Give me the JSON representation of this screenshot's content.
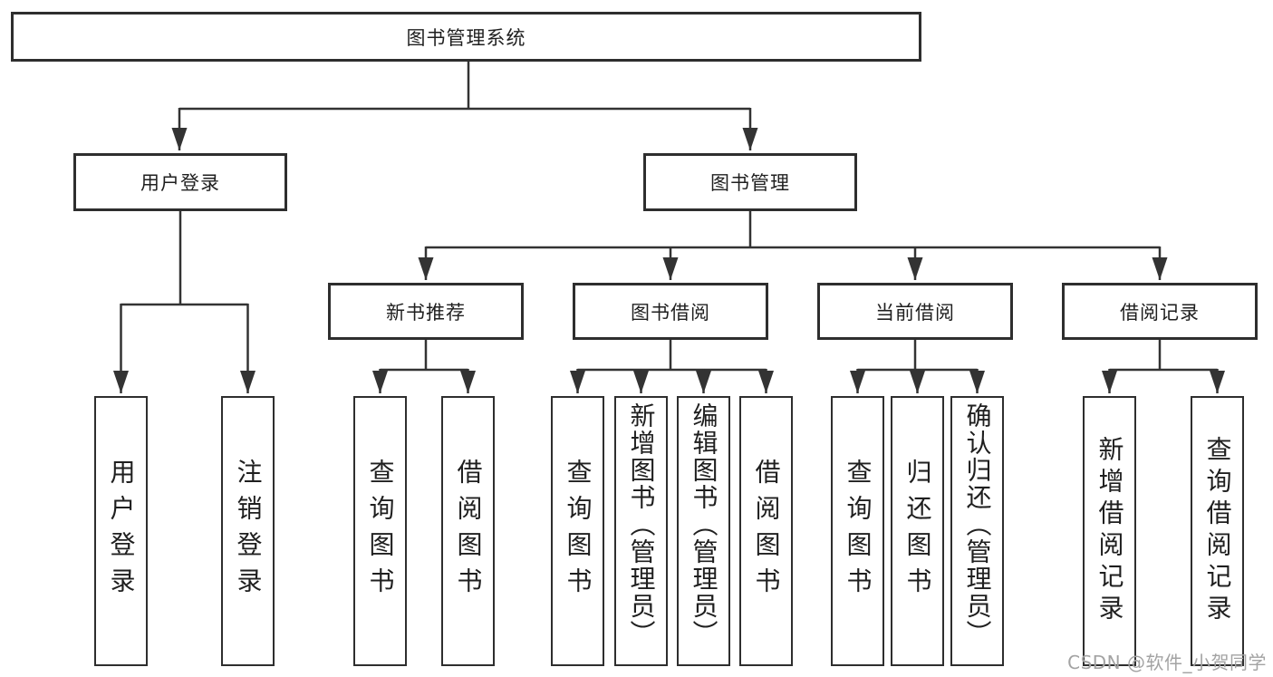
{
  "tree": {
    "root": {
      "label": "图书管理系统"
    },
    "level2": [
      {
        "label": "用户登录"
      },
      {
        "label": "图书管理"
      }
    ],
    "level3": [
      {
        "label": "新书推荐"
      },
      {
        "label": "图书借阅"
      },
      {
        "label": "当前借阅"
      },
      {
        "label": "借阅记录"
      }
    ],
    "leaves": {
      "user_login": [
        "用户登录",
        "注销登录"
      ],
      "new_book_rec": [
        "查询图书",
        "借阅图书"
      ],
      "book_borrow": [
        "查询图书",
        "新增图书（管理员）",
        "编辑图书（管理员）",
        "借阅图书"
      ],
      "current_borrow": [
        "查询图书",
        "归还图书",
        "确认归还（管理员）"
      ],
      "borrow_records": [
        "新增借阅记录",
        "查询借阅记录"
      ]
    }
  },
  "watermark": "CSDN @软件_小贺同学",
  "colors": {
    "line": "#333333",
    "box_border": "#2e2e2e",
    "box_fill": "#ffffff",
    "text": "#1f1f1f",
    "watermark": "#a3a3a3"
  }
}
